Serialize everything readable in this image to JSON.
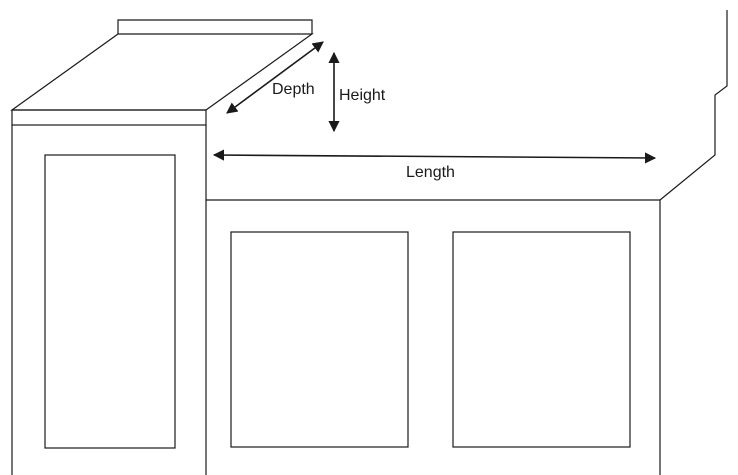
{
  "diagram": {
    "labels": {
      "depth": "Depth",
      "height": "Height",
      "length": "Length"
    },
    "colors": {
      "line": "#1a1a1a",
      "background": "#ffffff"
    }
  }
}
